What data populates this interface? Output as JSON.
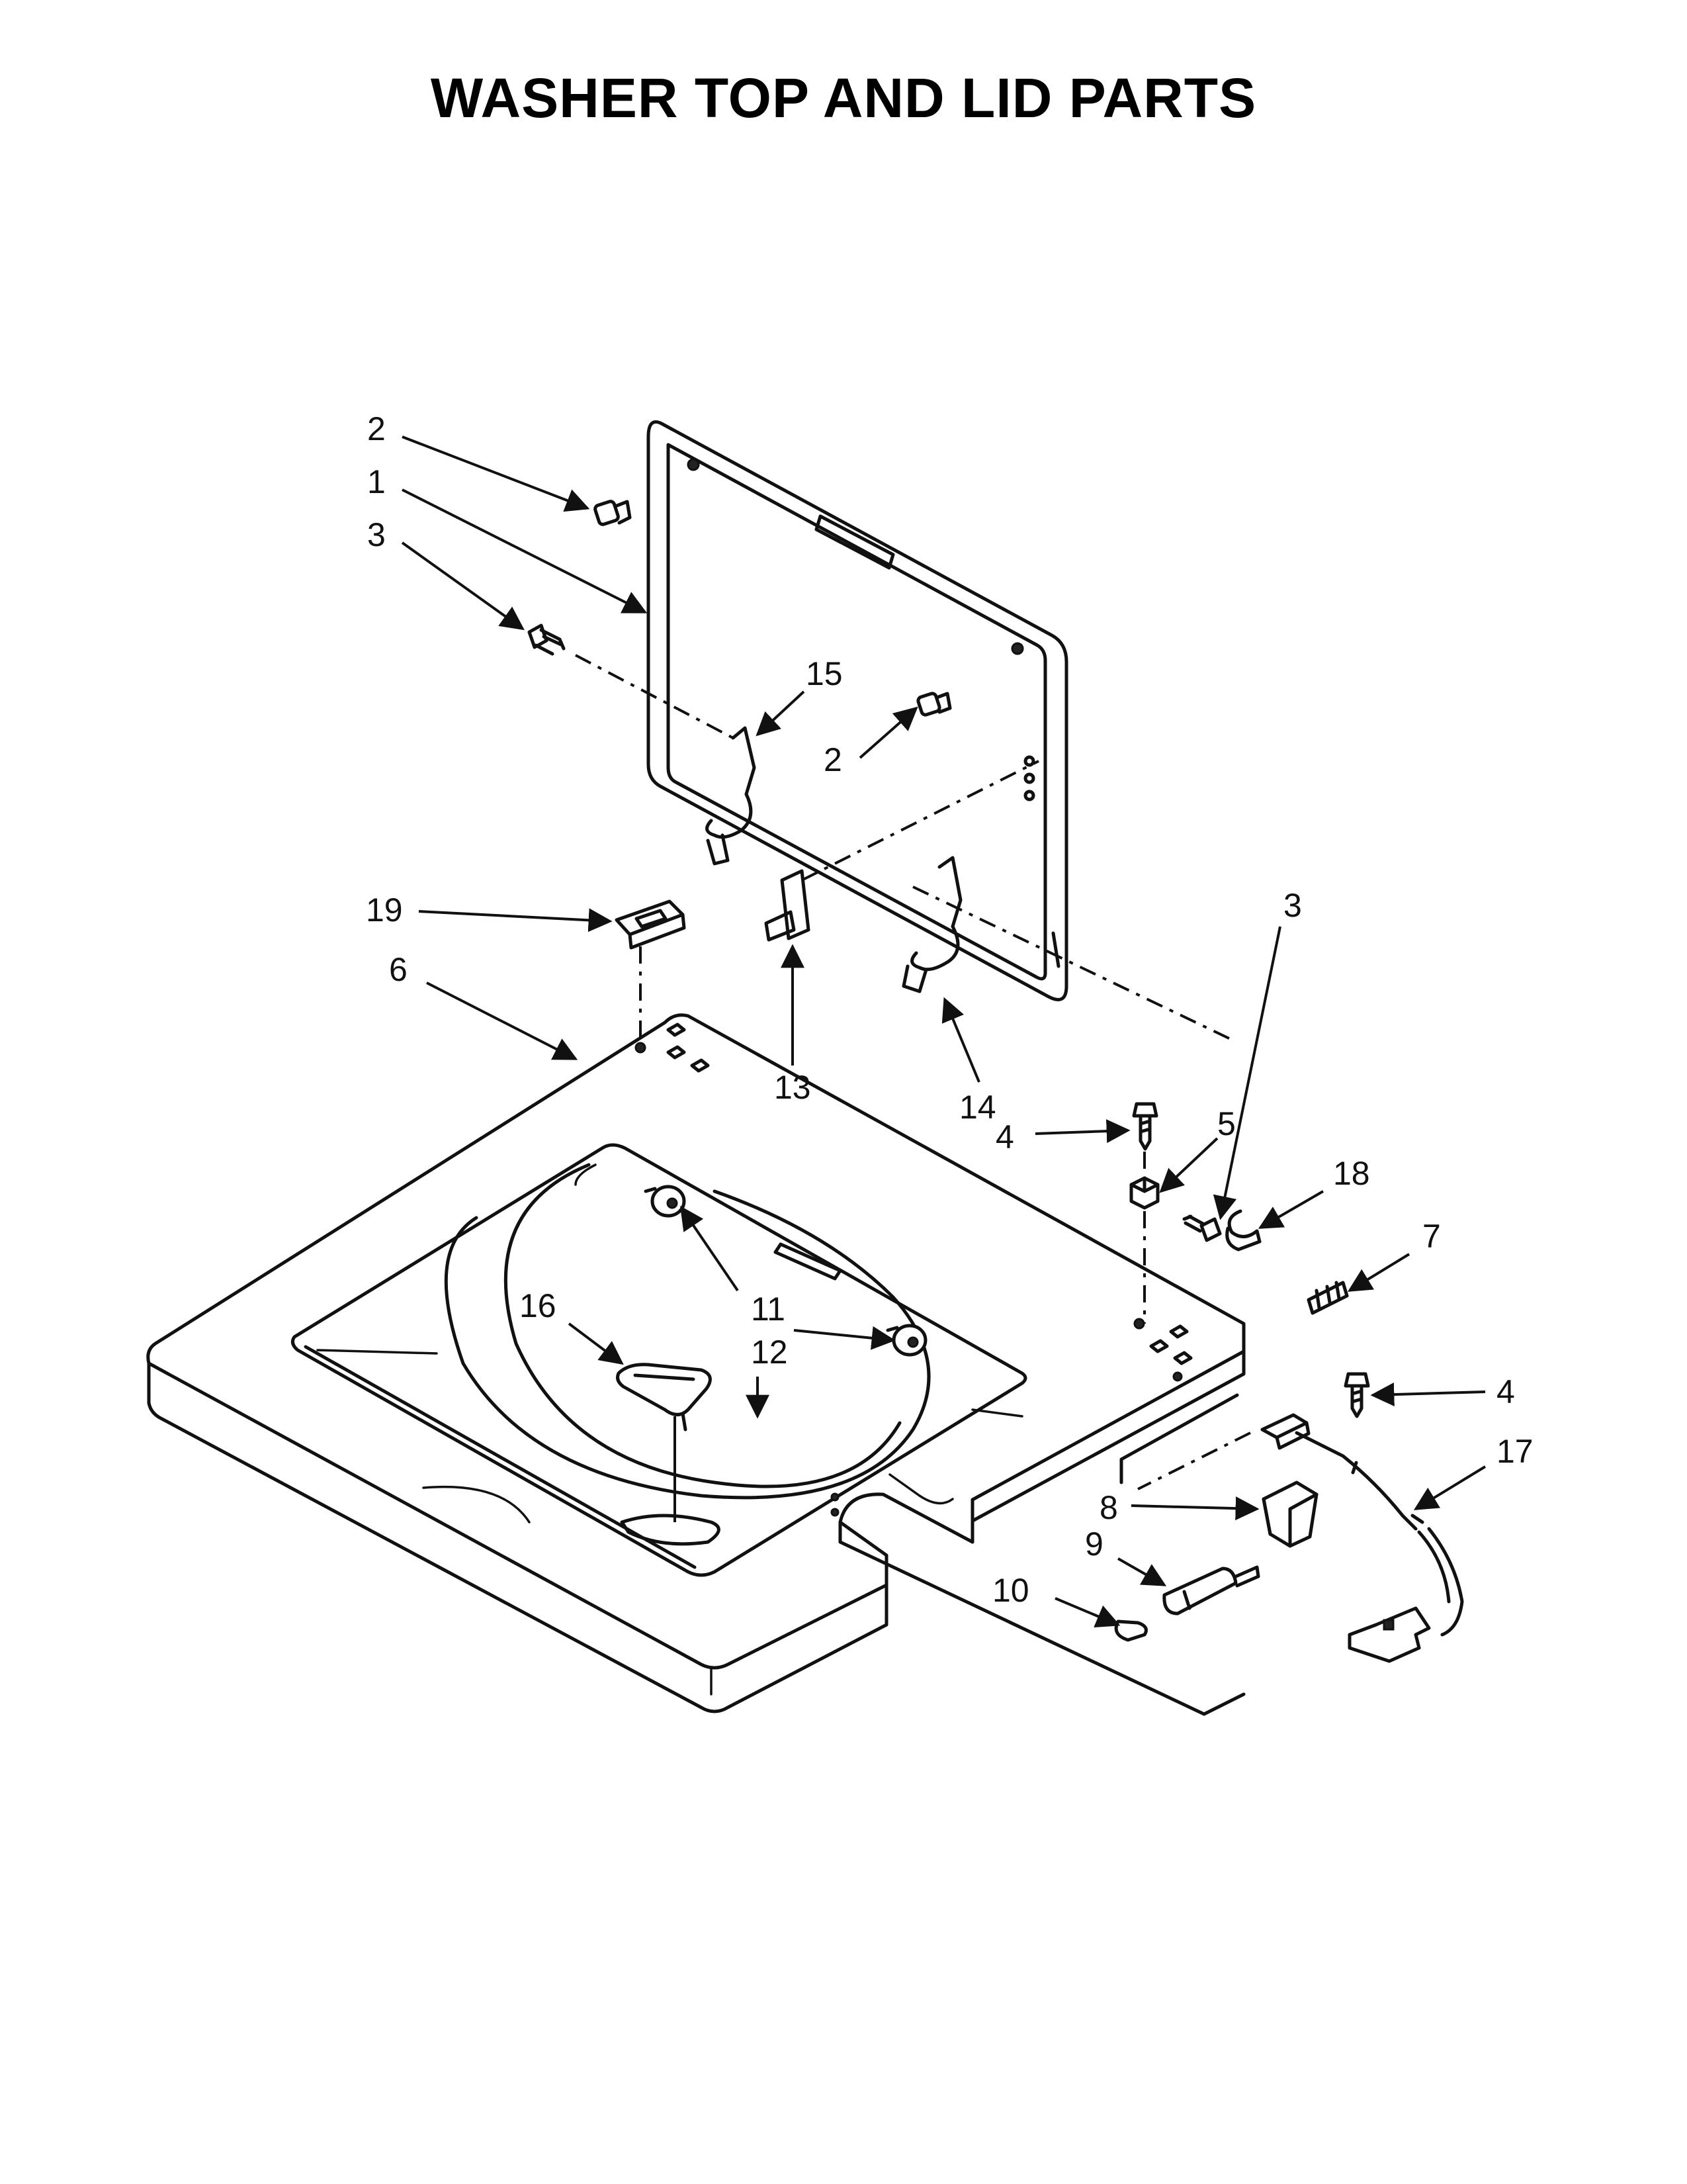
{
  "title": "WASHER TOP AND LID PARTS",
  "callouts": {
    "c2a": "2",
    "c1": "1",
    "c3a": "3",
    "c15": "15",
    "c2b": "2",
    "c19": "19",
    "c6": "6",
    "c13": "13",
    "c14": "14",
    "c3b": "3",
    "c4a": "4",
    "c5": "5",
    "c18": "18",
    "c7": "7",
    "c16": "16",
    "c11": "11",
    "c12": "12",
    "c4b": "4",
    "c17": "17",
    "c8": "8",
    "c9": "9",
    "c10": "10"
  }
}
